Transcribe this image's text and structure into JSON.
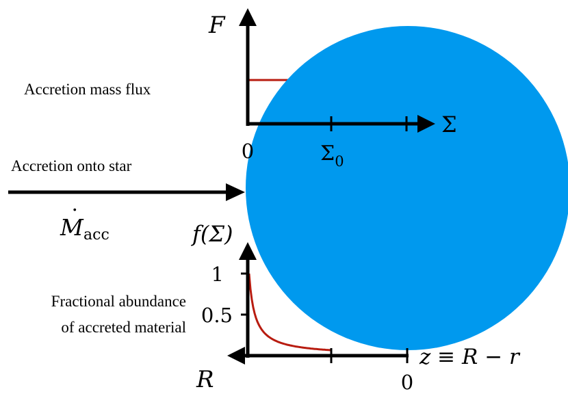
{
  "colors": {
    "star": "#0099ee",
    "curve": "#b81c10",
    "axis": "#000000"
  },
  "labels": {
    "accretion_mass_flux": "Accretion mass flux",
    "accretion_onto_star": "Accretion onto star",
    "fractional_line1": "Fractional abundance",
    "fractional_line2": "of accreted material"
  },
  "top_plot": {
    "y_axis_label": "F",
    "x_axis_label": "Σ",
    "tick_zero": "0",
    "tick_sigma0_main": "Σ",
    "tick_sigma0_sub": "0"
  },
  "accretion_rate": {
    "main": "M",
    "dot": "˙",
    "sub": "acc"
  },
  "bottom_plot": {
    "y_axis_label": "f(Σ)",
    "y_tick_1": "1",
    "y_tick_05": "0.5",
    "x_axis_left_label": "R",
    "x_axis_zero": "0",
    "depth_definition": "z ≡ R − r"
  }
}
